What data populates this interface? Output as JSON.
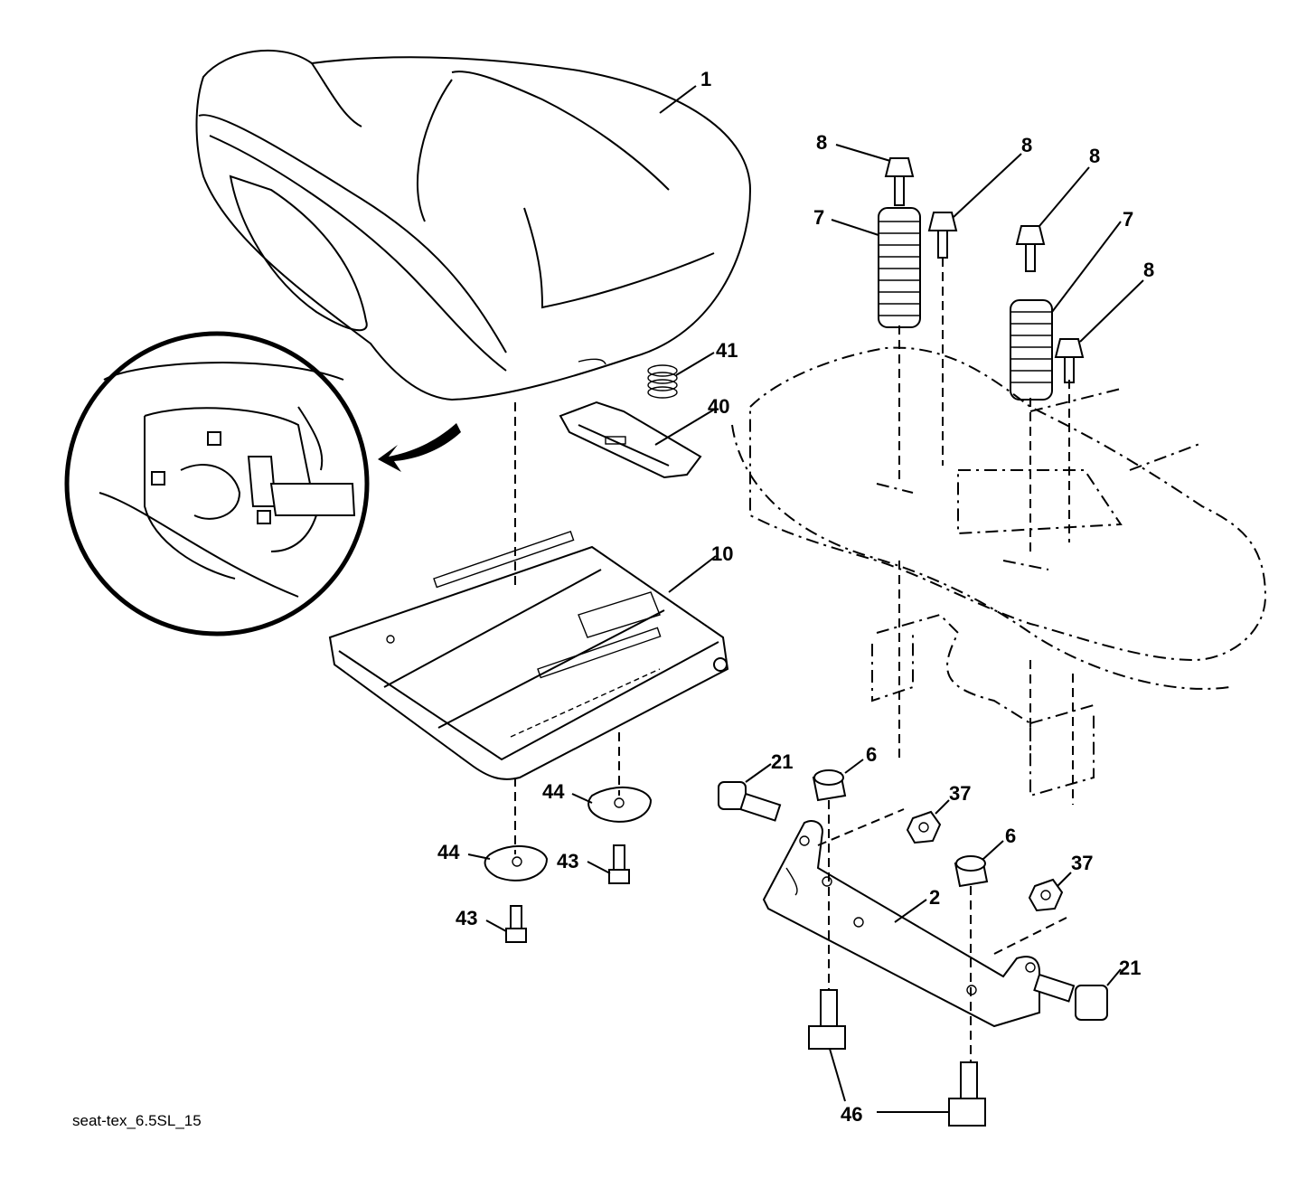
{
  "caption": "seat-tex_6.5SL_15",
  "labels": {
    "seat": "1",
    "bolt_a": "8",
    "bolt_b": "8",
    "bolt_c": "8",
    "bolt_d": "8",
    "spring_left": "7",
    "spring_right": "7",
    "small_spring": "41",
    "latch": "40",
    "seat_pan": "10",
    "pivot_bolt_left": "21",
    "pivot_bolt_right": "21",
    "locknut_a": "6",
    "locknut_b": "6",
    "nut_a": "37",
    "nut_b": "37",
    "bracket": "2",
    "washer_a": "44",
    "washer_b": "44",
    "screw_a": "43",
    "screw_b": "43",
    "flange_bolt": "46"
  }
}
